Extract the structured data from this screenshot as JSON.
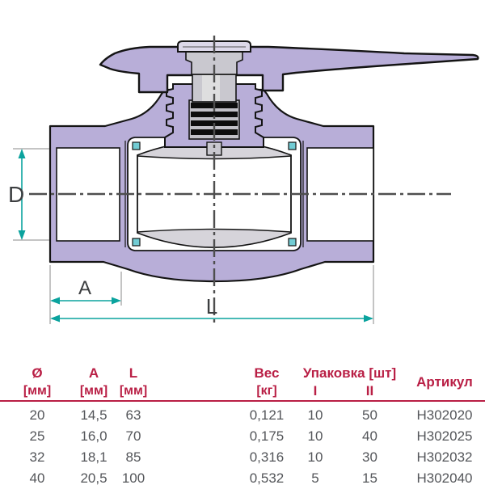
{
  "drawing": {
    "type": "ball-valve-cross-section",
    "dimension_labels": {
      "d": "D",
      "a": "A",
      "l": "L"
    },
    "colors": {
      "body_lavender": "#b8aed8",
      "stem_gray": "#c9c8cf",
      "ball_shade_gray": "#d6d4da",
      "seal_teal": "#72ccd4",
      "dimension_teal": "#0ba39e",
      "outline_black": "#141414",
      "centerline_gray": "#4e4e4e"
    }
  },
  "table": {
    "accent_color": "#b91f45",
    "text_color": "#54565a",
    "headers": {
      "diameter": "Ø",
      "a": "A",
      "l": "L",
      "weight": "Вес",
      "packing": "Упаковка [шт]",
      "packing_i": "I",
      "packing_ii": "II",
      "article": "Артикул",
      "unit_mm": "[мм]",
      "unit_kg": "[кг]"
    },
    "rows": [
      {
        "d": "20",
        "a": "14,5",
        "l": "63",
        "weight": "0,121",
        "pack_i": "10",
        "pack_ii": "50",
        "article": "H302020"
      },
      {
        "d": "25",
        "a": "16,0",
        "l": "70",
        "weight": "0,175",
        "pack_i": "10",
        "pack_ii": "40",
        "article": "H302025"
      },
      {
        "d": "32",
        "a": "18,1",
        "l": "85",
        "weight": "0,316",
        "pack_i": "10",
        "pack_ii": "30",
        "article": "H302032"
      },
      {
        "d": "40",
        "a": "20,5",
        "l": "100",
        "weight": "0,532",
        "pack_i": "5",
        "pack_ii": "15",
        "article": "H302040"
      }
    ]
  }
}
